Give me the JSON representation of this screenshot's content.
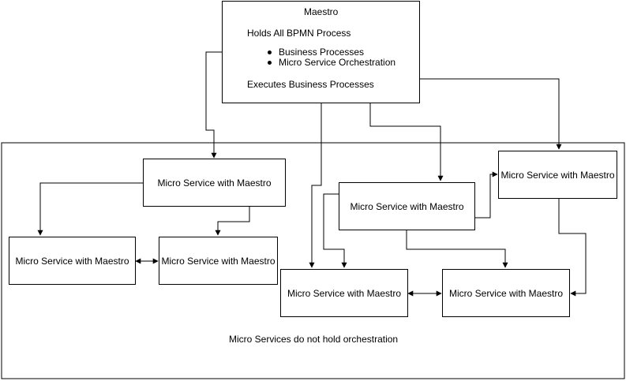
{
  "maestro": {
    "title": "Maestro",
    "holds": "Holds All BPMN Process",
    "bullets": [
      "Business Processes",
      "Micro Service Orchestration"
    ],
    "executes": "Executes Business Processes"
  },
  "services": {
    "top_left": "Micro Service with Maestro",
    "left_1": "Micro Service with Maestro",
    "left_2": "Micro Service with Maestro",
    "center": "Micro Service with Maestro",
    "top_right": "Micro Service with Maestro",
    "bottom_1": "Micro Service with Maestro",
    "bottom_2": "Micro Service with Maestro"
  },
  "container_note": "Micro Services do not hold orchestration"
}
